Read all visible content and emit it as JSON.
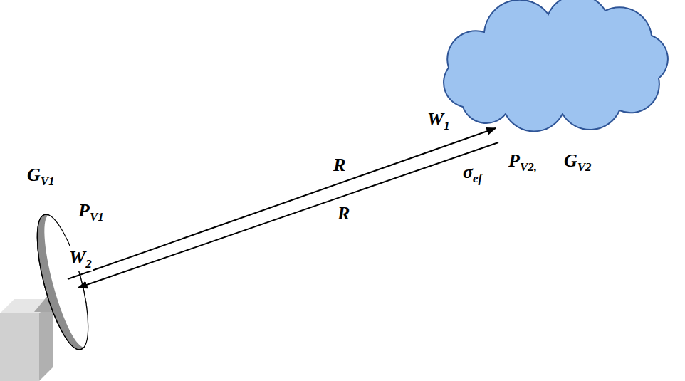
{
  "diagram": {
    "labels": [
      "GV1",
      "PV1",
      "W2",
      "R",
      "R",
      "W1",
      "σef",
      "PV2,",
      "GV2"
    ]
  }
}
